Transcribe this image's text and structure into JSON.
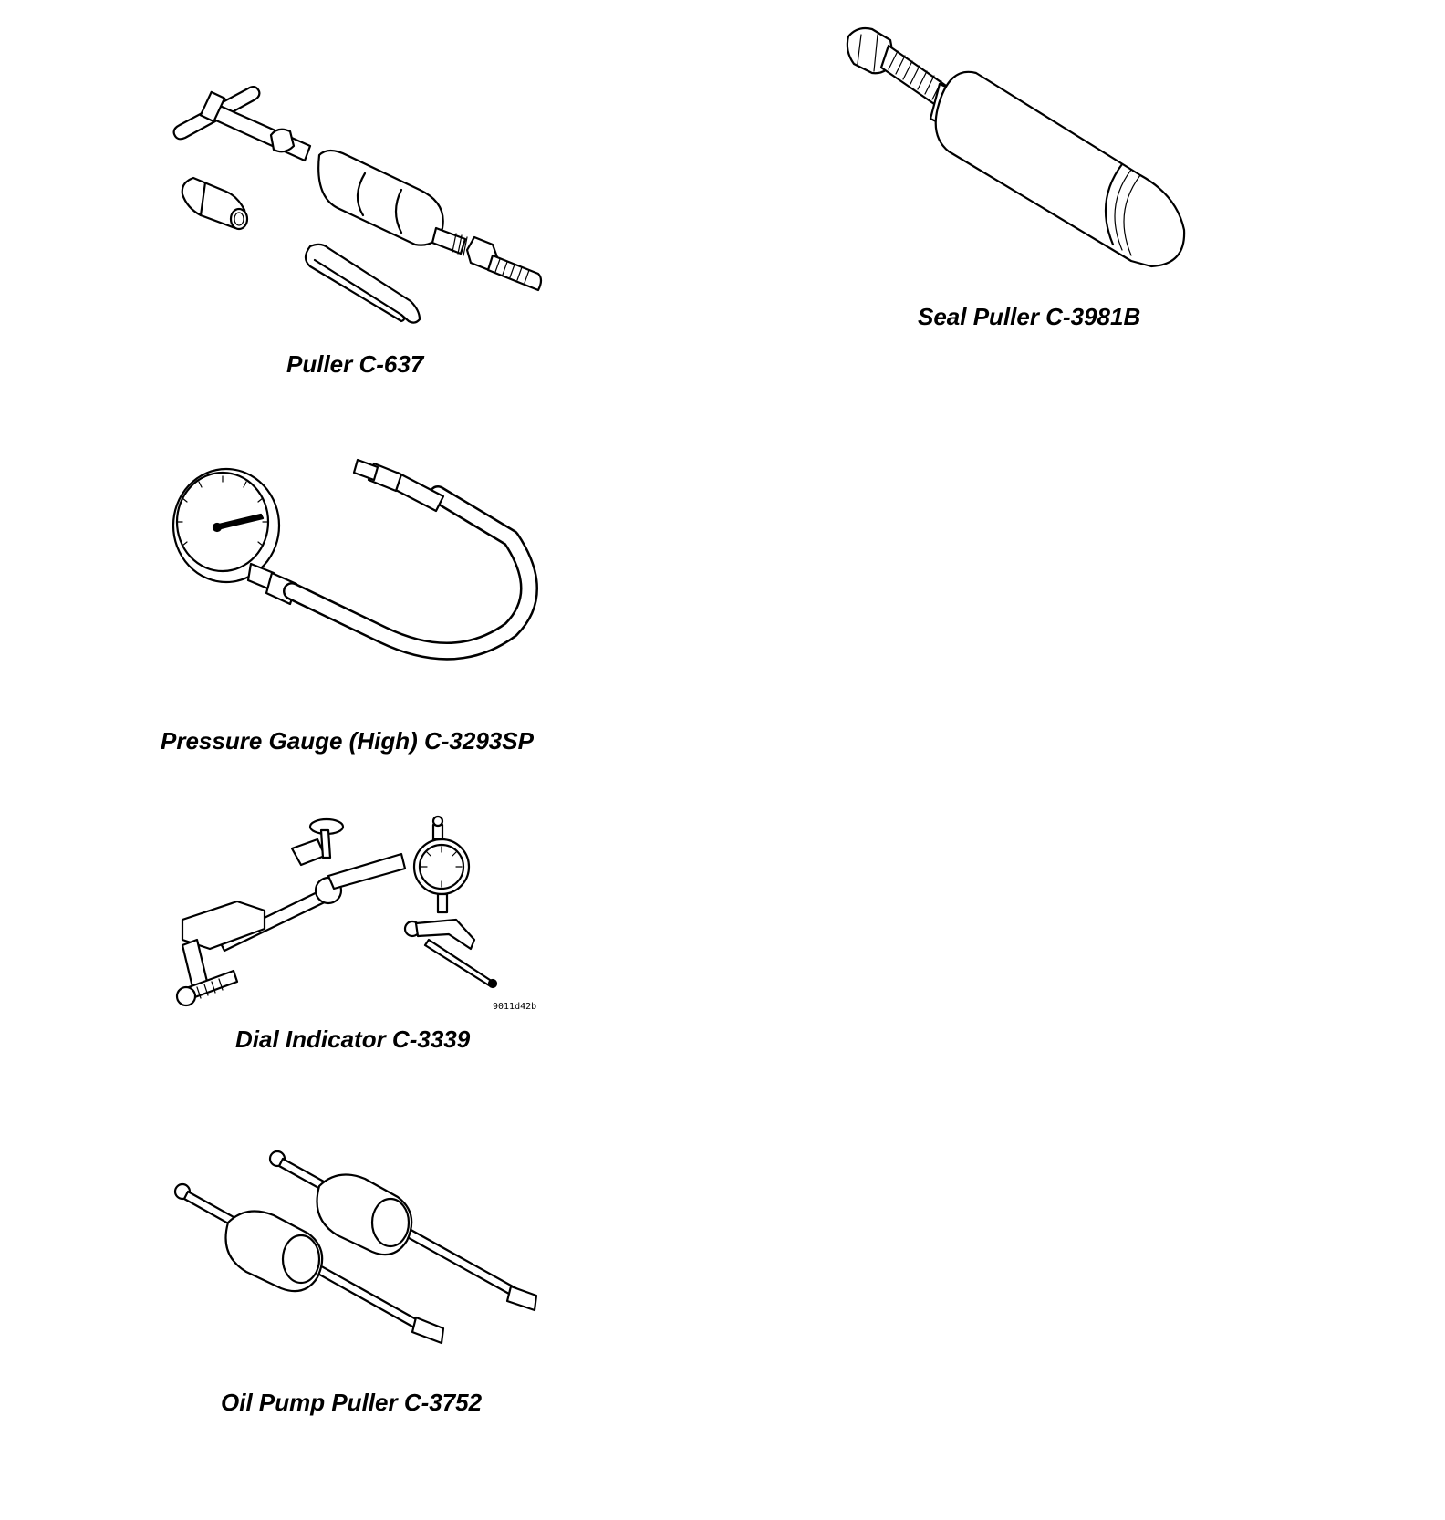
{
  "tools": {
    "puller": {
      "caption": "Puller C-637",
      "icon": "slide-hammer-puller-icon"
    },
    "seal_puller": {
      "caption": "Seal Puller C-3981B",
      "icon": "seal-puller-icon"
    },
    "pressure_gauge": {
      "caption": "Pressure Gauge (High) C-3293SP",
      "icon": "pressure-gauge-icon"
    },
    "dial_indicator": {
      "caption": "Dial Indicator C-3339",
      "icon": "dial-indicator-icon",
      "figure_code": "9011d42b"
    },
    "oil_pump_puller": {
      "caption": "Oil Pump Puller C-3752",
      "icon": "oil-pump-puller-icon"
    }
  }
}
